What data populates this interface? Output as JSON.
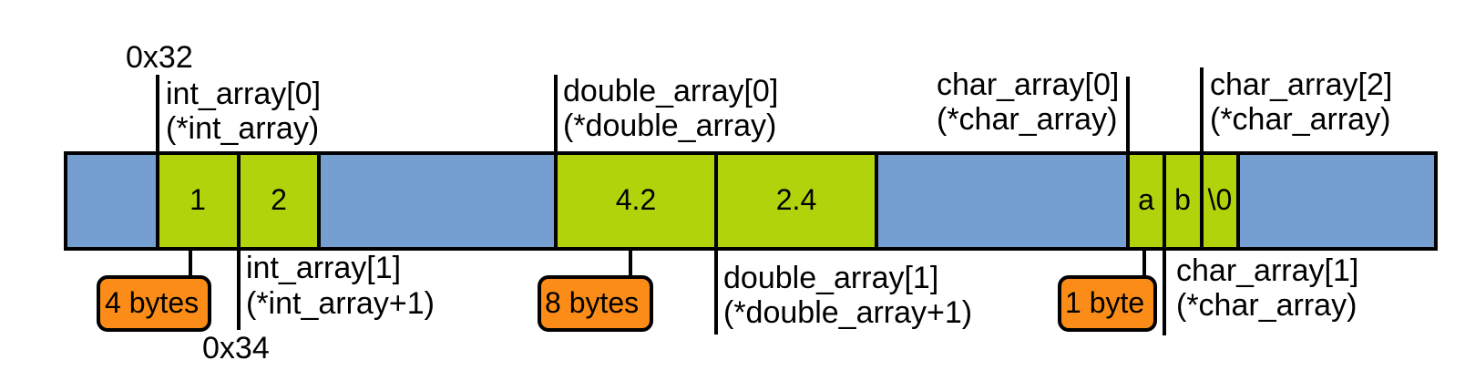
{
  "colors": {
    "memory": "#759fd1",
    "element": "#b0d30c",
    "badge": "#fa8c17",
    "stroke": "#000000"
  },
  "cells": {
    "int_0": "1",
    "int_1": "2",
    "double_0": "4.2",
    "double_1": "2.4",
    "char_0": "a",
    "char_1": "b",
    "char_2": "\\0"
  },
  "addresses": {
    "start": "0x32",
    "next": "0x34"
  },
  "labels": {
    "int_array_0": {
      "line1": "int_array[0]",
      "line2": "(*int_array)"
    },
    "int_array_1": {
      "line1": "int_array[1]",
      "line2": "(*int_array+1)"
    },
    "double_array_0": {
      "line1": "double_array[0]",
      "line2": "(*double_array)"
    },
    "double_array_1": {
      "line1": "double_array[1]",
      "line2": "(*double_array+1)"
    },
    "char_array_0": {
      "line1": "char_array[0]",
      "line2": "(*char_array)"
    },
    "char_array_1": {
      "line1": "char_array[1]",
      "line2": "(*char_array)"
    },
    "char_array_2": {
      "line1": "char_array[2]",
      "line2": "(*char_array)"
    }
  },
  "badges": {
    "int_size": "4 bytes",
    "double_size": "8 bytes",
    "char_size": "1 byte"
  }
}
